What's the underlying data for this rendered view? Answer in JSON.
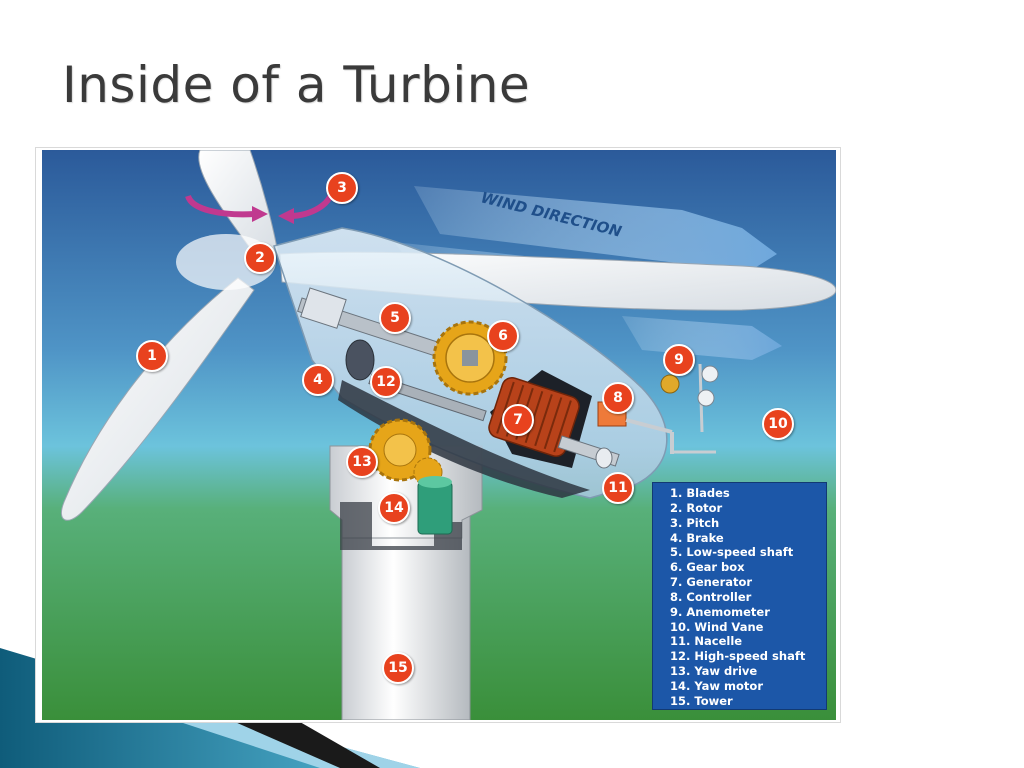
{
  "slide": {
    "title": "Inside of a Turbine"
  },
  "diagram": {
    "wind_direction_text": "WIND DIRECTION",
    "callouts": [
      "1",
      "2",
      "3",
      "4",
      "5",
      "6",
      "7",
      "8",
      "9",
      "10",
      "11",
      "12",
      "13",
      "14",
      "15"
    ],
    "legend": [
      "1. Blades",
      "2. Rotor",
      "3. Pitch",
      "4. Brake",
      "5. Low-speed shaft",
      "6. Gear box",
      "7. Generator",
      "8. Controller",
      "9. Anemometer",
      "10. Wind Vane",
      "11. Nacelle",
      "12. High-speed shaft",
      "13. Yaw drive",
      "14. Yaw motor",
      "15. Tower"
    ]
  },
  "colors": {
    "sky_top": "#2b5a9a",
    "sky_mid": "#5fb6d8",
    "ground": "#3f9a3c",
    "legend_bg": "#1c57a8",
    "callout": "#e8421e",
    "gear": "#e6a519",
    "generator": "#b8421a",
    "yaw_motor": "#2f9e7a"
  }
}
